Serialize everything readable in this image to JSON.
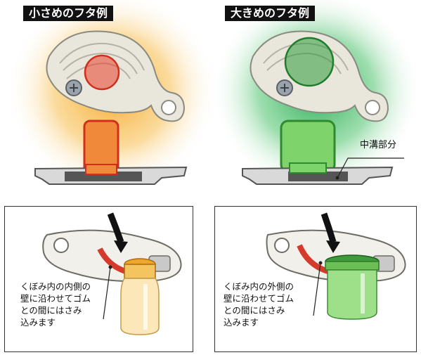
{
  "left_panel": {
    "title": "小さめのフタ例",
    "highlight_color": "#e8402a",
    "glow_color": "#f5a623"
  },
  "right_panel": {
    "title": "大きめのフタ例",
    "highlight_color": "#2e9a3c",
    "glow_color": "#1fa84a",
    "callout_label": "中溝部分"
  },
  "bottom_left": {
    "caption_lines": [
      "くぼみ内の内側の",
      "壁に沿わせてゴム",
      "との間にはさみ",
      "込みます"
    ]
  },
  "bottom_right": {
    "caption_lines": [
      "くぼみ内の外側の",
      "壁に沿わせてゴム",
      "との間にはさみ",
      "込みます"
    ]
  }
}
